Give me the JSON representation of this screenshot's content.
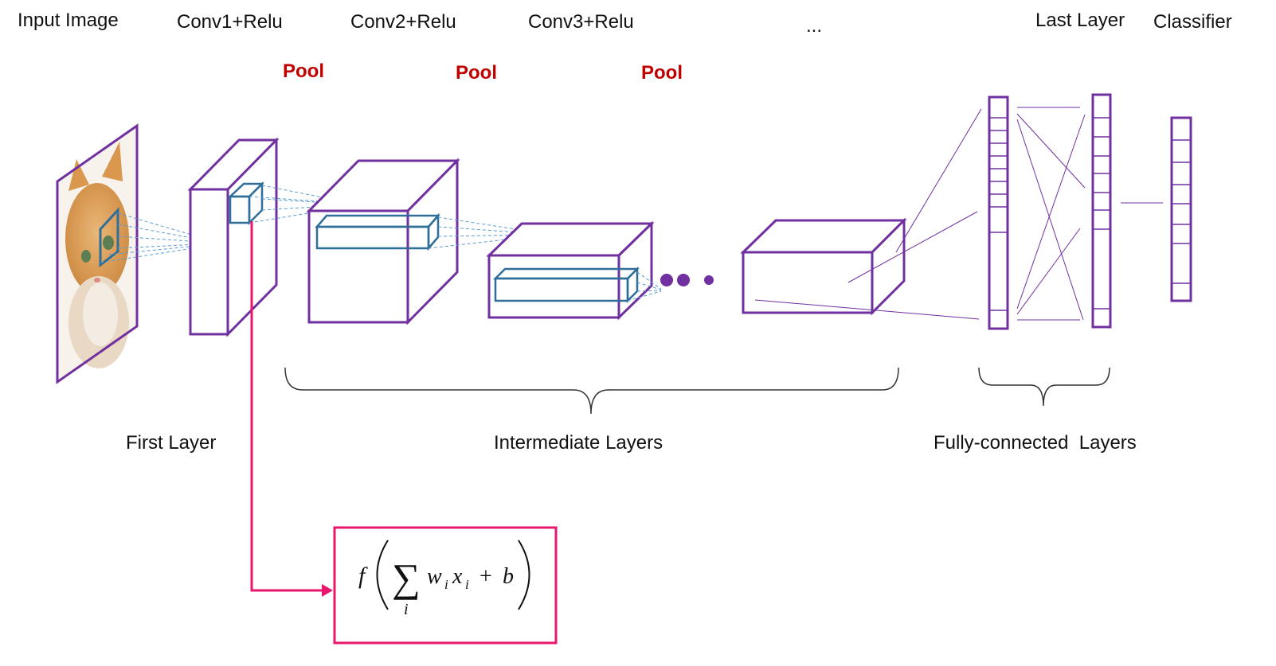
{
  "colors": {
    "layer_stroke": "#7030a0",
    "filter_stroke": "#2e6e99",
    "pool_text": "#c00000",
    "formula_box": "#e8176d",
    "arrow": "#e8176d",
    "dashed": "#5b9bd5",
    "brace": "#333333"
  },
  "top_labels": {
    "input_image": "Input Image",
    "conv1": "Conv1+Relu",
    "conv2": "Conv2+Relu",
    "conv3": "Conv3+Relu",
    "ellipsis": "...",
    "last_layer": "Last Layer",
    "classifier": "Classifier"
  },
  "pool_labels": [
    "Pool",
    "Pool",
    "Pool"
  ],
  "group_labels": {
    "first_layer": "First Layer",
    "intermediate_layers": "Intermediate Layers",
    "fully_connected_layers": "Fully-connected  Layers"
  },
  "formula": {
    "func": "f",
    "sum_symbol": "∑",
    "index": "i",
    "weight": "w",
    "input": "x",
    "plus": "+",
    "bias": "b"
  },
  "icons": {
    "input_image": "kitten-photo",
    "continuation": "three-dots-icon",
    "formula_arrow": "arrow-right-icon"
  }
}
